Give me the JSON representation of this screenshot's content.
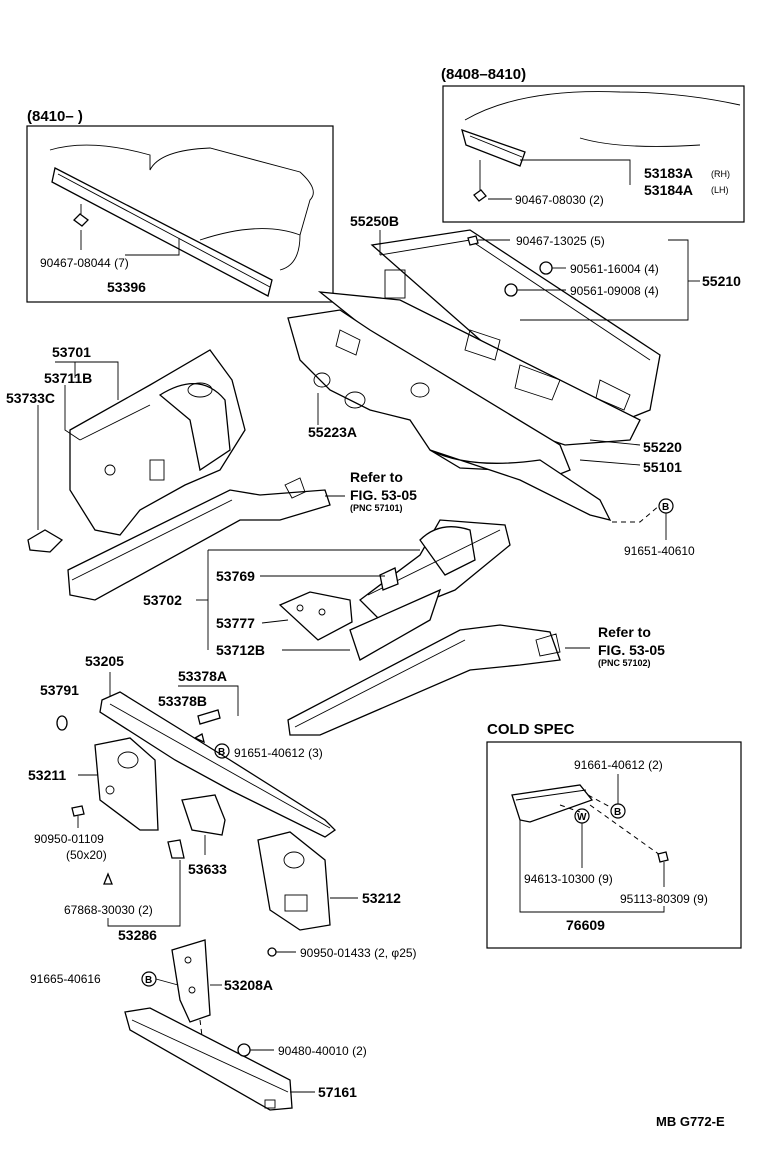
{
  "labels": {
    "range_8410": "(8410–      )",
    "range_8408_8410": "(8408–8410)",
    "p53183a": "53183A",
    "rh": "(RH)",
    "p53184a": "53184A",
    "lh": "(LH)",
    "p90467_08030": "90467-08030 (2)",
    "p90467_08044": "90467-08044 (7)",
    "p53396": "53396",
    "p55250b": "55250B",
    "p90467_13025": "90467-13025 (5)",
    "p90561_16004": "90561-16004 (4)",
    "p90561_09008": "90561-09008 (4)",
    "p55210": "55210",
    "p53701": "53701",
    "p53711b": "53711B",
    "p53733c": "53733C",
    "p55223a": "55223A",
    "p55220": "55220",
    "p55101": "55101",
    "refer_to_1": "Refer to",
    "fig_1": "FIG. 53-05",
    "pnc_1": "(PNC 57101)",
    "b_circle": "B",
    "p91651_40610": "91651-40610",
    "p53769": "53769",
    "p53702": "53702",
    "p53777": "53777",
    "p53712b": "53712B",
    "refer_to_2": "Refer to",
    "fig_2": "FIG. 53-05",
    "pnc_2": "(PNC 57102)",
    "p53205": "53205",
    "p53378a": "53378A",
    "p53791": "53791",
    "p53378b": "53378B",
    "p91651_40612": "91651-40612 (3)",
    "p53211": "53211",
    "p90950_01109": "90950-01109",
    "size_50x20": "(50x20)",
    "p53633": "53633",
    "p67868_30030": "67868-30030 (2)",
    "p53286": "53286",
    "p53212": "53212",
    "p90950_01433": "90950-01433 (2, φ25)",
    "p91665_40616": "91665-40616",
    "p53208a": "53208A",
    "p90480_40010": "90480-40010 (2)",
    "p57161": "57161",
    "cold_spec": "COLD  SPEC",
    "p91661_40612": "91661-40612 (2)",
    "w_circle": "W",
    "p94613_10300": "94613-10300 (9)",
    "p95113_80309": "95113-80309 (9)",
    "p76609": "76609",
    "footer_code": "MB  G772-E"
  }
}
